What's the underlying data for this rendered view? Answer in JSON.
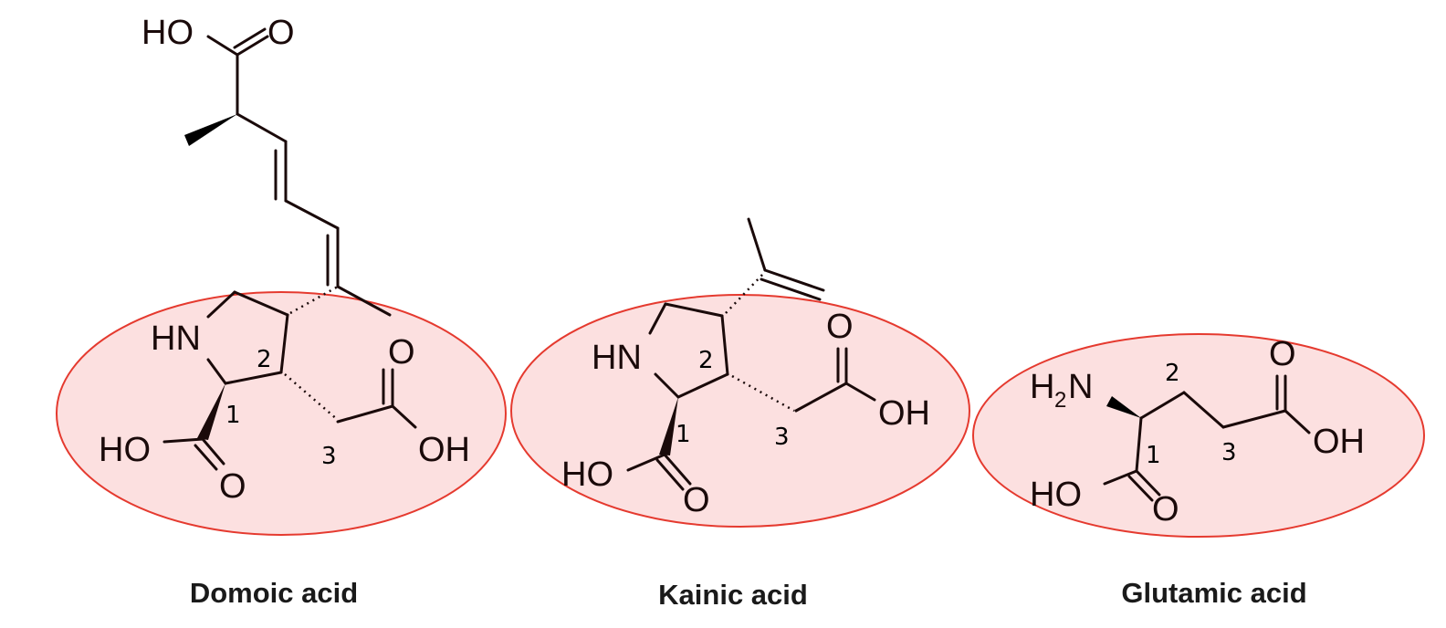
{
  "colors": {
    "highlight_fill": "#fce0e0",
    "highlight_stroke": "#e53a2f",
    "bond": "#1a0a0a"
  },
  "molecules": [
    {
      "name": "Domoic acid",
      "atoms": {
        "top_ho": "HO",
        "top_o": "O",
        "hn": "HN",
        "ho": "HO",
        "o_bottom": "O",
        "o_right": "O",
        "oh": "OH"
      },
      "numbers": {
        "n1": "1",
        "n2": "2",
        "n3": "3"
      }
    },
    {
      "name": "Kainic acid",
      "atoms": {
        "hn": "HN",
        "ho": "HO",
        "o_bottom": "O",
        "o_right": "O",
        "oh": "OH"
      },
      "numbers": {
        "n1": "1",
        "n2": "2",
        "n3": "3"
      }
    },
    {
      "name": "Glutamic acid",
      "atoms": {
        "h2n_h": "H",
        "h2n_2": "2",
        "h2n_n": "N",
        "ho": "HO",
        "o_bottom": "O",
        "o_right": "O",
        "oh": "OH"
      },
      "numbers": {
        "n1": "1",
        "n2": "2",
        "n3": "3"
      }
    }
  ]
}
